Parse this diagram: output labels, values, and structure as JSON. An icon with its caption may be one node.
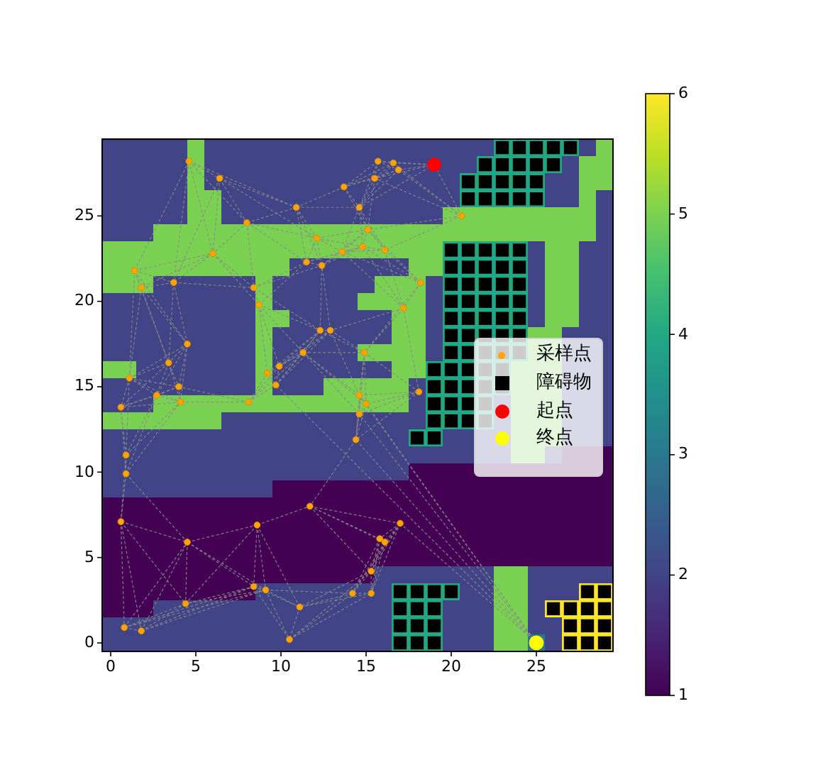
{
  "diagram": {
    "labels": [
      "25",
      "20",
      "15",
      "10",
      "5",
      "0",
      "0",
      "5",
      "10",
      "15",
      "20",
      "25",
      "6",
      "5",
      "4",
      "3",
      "2",
      "1"
    ],
    "legend": [
      {
        "text": "采样点",
        "color": "#ffa500"
      },
      {
        "text": "障碍物",
        "color": "#000000"
      },
      {
        "text": "起点",
        "color": "#ff0000"
      },
      {
        "text": "终点",
        "color": "#ffff00"
      }
    ]
  }
}
